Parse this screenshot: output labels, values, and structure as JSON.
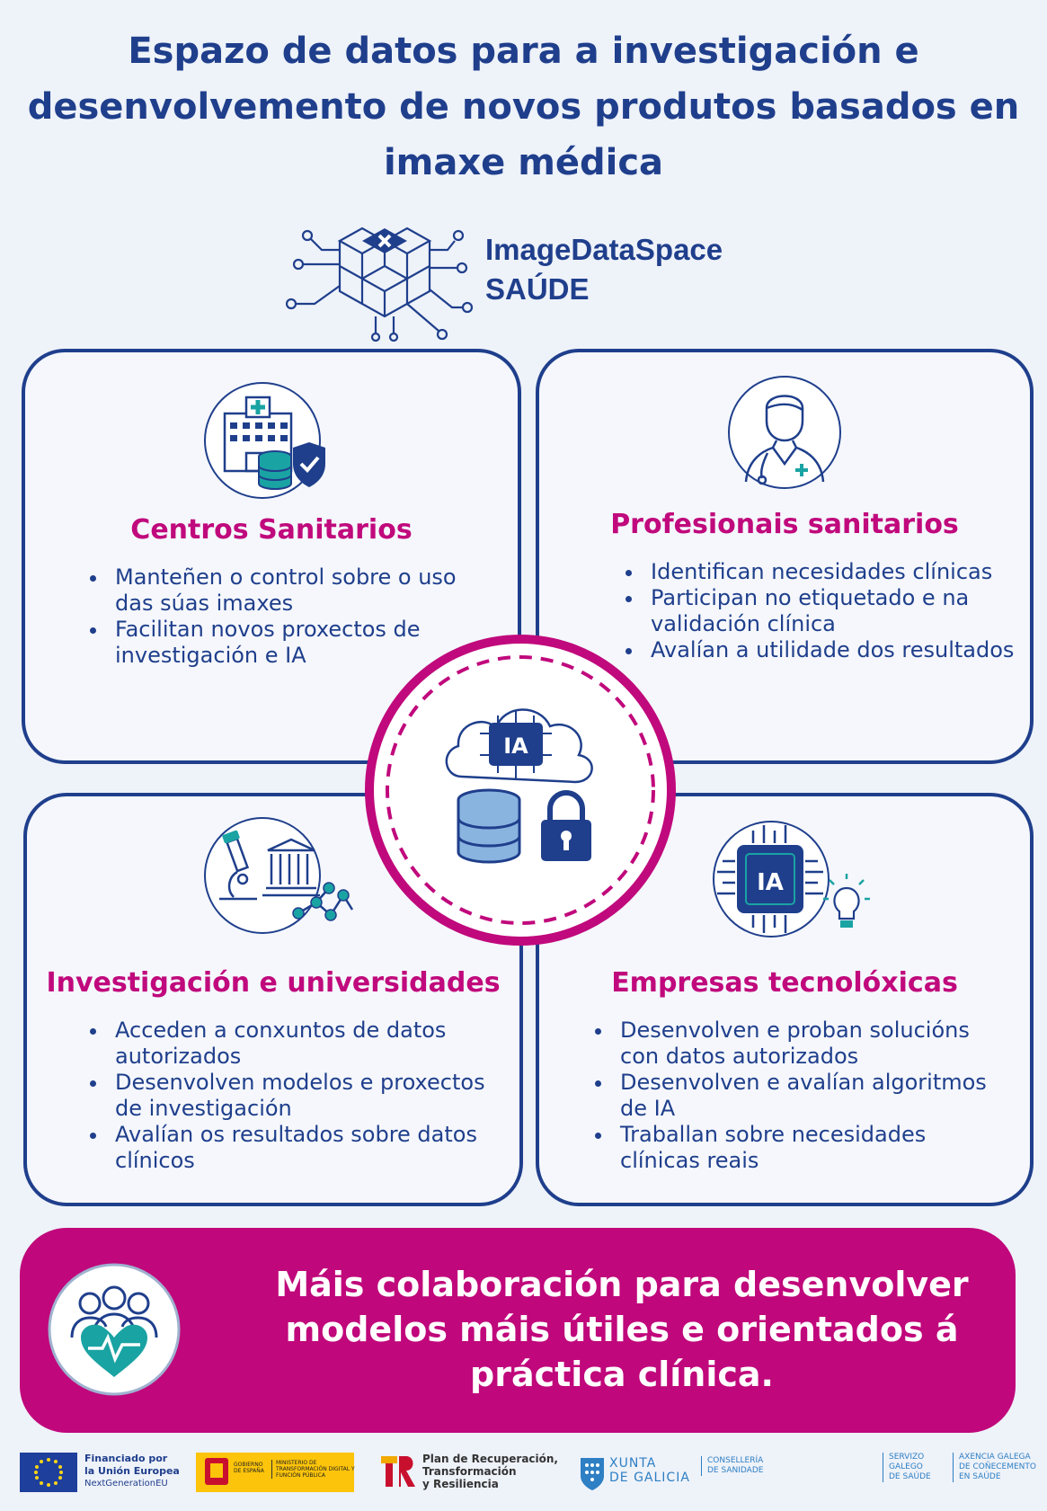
{
  "title": "Espazo de datos para a investigación e desenvolvemento de novos produtos basados en imaxe médica",
  "logo": {
    "line1": "ImageDataSpace",
    "line2": "SAÚDE"
  },
  "cards": [
    {
      "heading": "Centros Sanitarios",
      "icon": "hospital-shield-icon",
      "items": [
        "Manteñen o control sobre o uso das súas imaxes",
        "Facilitan novos proxectos de investigación e IA"
      ]
    },
    {
      "heading": "Profesionais sanitarios",
      "icon": "doctor-icon",
      "items": [
        "Identifican necesidades clínicas",
        "Participan no etiquetado e na validación clínica",
        "Avalían a utilidade dos resultados"
      ]
    },
    {
      "heading": "Investigación e universidades",
      "icon": "microscope-university-icon",
      "items": [
        "Acceden a conxuntos de datos autorizados",
        "Desenvolven modelos e proxectos de investigación",
        "Avalían os resultados sobre datos clínicos"
      ]
    },
    {
      "heading": "Empresas tecnolóxicas",
      "icon": "ai-chip-icon",
      "items": [
        "Desenvolven e proban solucións con datos autorizados",
        "Desenvolven e avalían algoritmos de IA",
        "Traballan sobre necesidades clínicas reais"
      ]
    }
  ],
  "center": {
    "label": "IA",
    "icon": "ai-cloud-database-lock-icon"
  },
  "chip_label": "IA",
  "banner": {
    "text": "Máis colaboración para desenvolver modelos máis útiles e orientados á práctica clínica.",
    "icon": "team-heart-icon"
  },
  "footer": {
    "eu": {
      "line1": "Financiado por",
      "line2": "la Unión Europea",
      "line3": "NextGenerationEU"
    },
    "gobierno": {
      "left": "GOBIERNO DE ESPAÑA",
      "right": "MINISTERIO DE TRANSFORMACIÓN DIGITAL Y FUNCIÓN PÚBLICA"
    },
    "plan": {
      "line1": "Plan de Recuperación,",
      "line2": "Transformación",
      "line3": "y Resiliencia"
    },
    "xunta": {
      "line1": "XUNTA",
      "line2": "DE GALICIA",
      "dept1": "CONSELLERÍA",
      "dept2": "DE SANIDADE"
    },
    "sergas": {
      "line1": "SERVIZO",
      "line2": "GALEGO",
      "line3": "DE SAÚDE"
    },
    "axencia": {
      "line1": "AXENCIA GALEGA",
      "line2": "DE COÑECEMENTO",
      "line3": "EN SAÚDE"
    }
  },
  "colors": {
    "navy": "#1f3f8c",
    "magenta": "#c0097c",
    "banner": "#c0077b",
    "teal": "#1aa3a3"
  }
}
